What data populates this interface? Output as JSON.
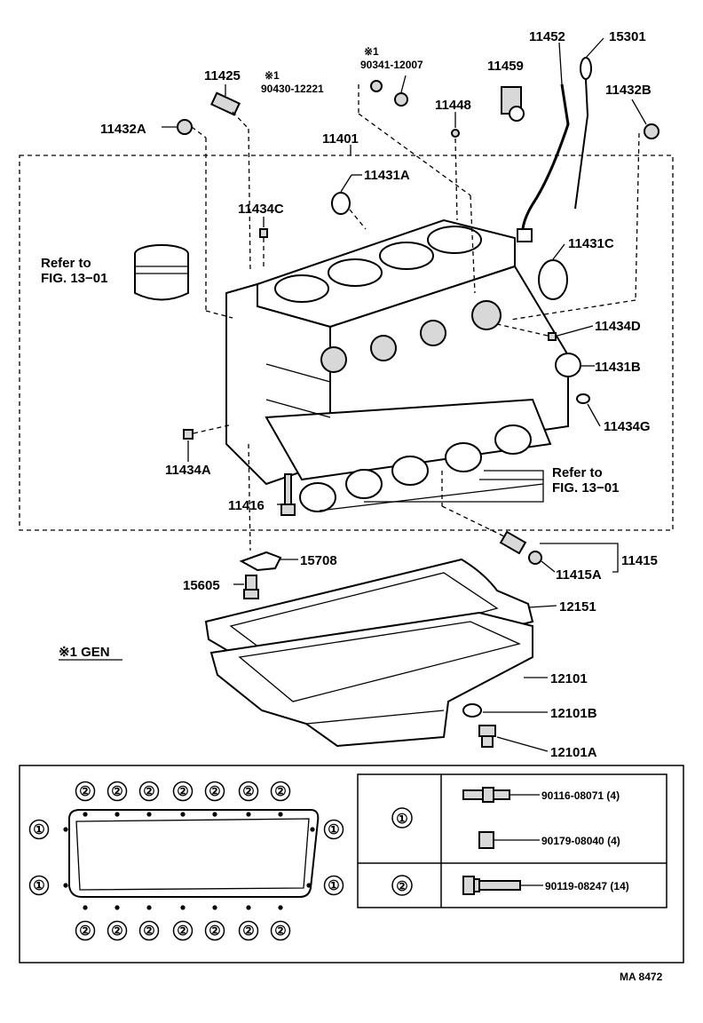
{
  "labels": {
    "p11452": "11452",
    "p15301": "15301",
    "p11425": "11425",
    "note1a": "※1",
    "p90341": "90341-12007",
    "note1b": "※1",
    "p90430": "90430-12221",
    "p11459": "11459",
    "p11432B": "11432B",
    "p11448": "11448",
    "p11432A": "11432A",
    "p11401": "11401",
    "p11431A": "11431A",
    "p11434C": "11434C",
    "refer_a1": "Refer to",
    "refer_a2": "FIG. 13−01",
    "p11431C": "11431C",
    "p11434D": "11434D",
    "p11431B": "11431B",
    "p11434G": "11434G",
    "p11434A": "11434A",
    "refer_b1": "Refer to",
    "refer_b2": "FIG. 13−01",
    "p11416": "11416",
    "p15708": "15708",
    "p11415": "11415",
    "p11415A": "11415A",
    "p15605": "15605",
    "p12151": "12151",
    "gen_note": "※1 GEN",
    "p12101": "12101",
    "p12101B": "12101B",
    "p12101A": "12101A",
    "code": "MA 8472"
  },
  "bolt_table": {
    "rows": [
      {
        "key": "①",
        "items": [
          {
            "part": "90116-08071 (4)",
            "icon": "stud-bolt-icon"
          },
          {
            "part": "90179-08040 (4)",
            "icon": "hex-nut-icon"
          }
        ]
      },
      {
        "key": "②",
        "items": [
          {
            "part": "90119-08247 (14)",
            "icon": "flange-bolt-icon"
          }
        ]
      }
    ]
  },
  "key_marks": {
    "one": "①",
    "two": "②"
  }
}
